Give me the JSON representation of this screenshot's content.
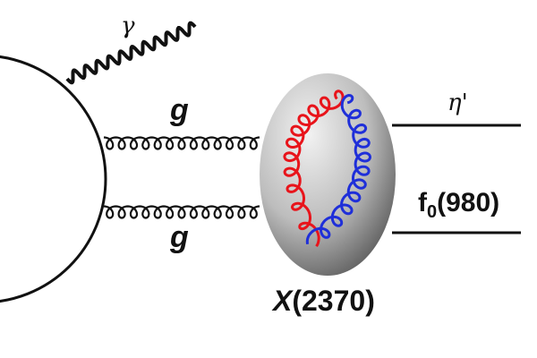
{
  "diagram": {
    "photon": "γ",
    "gluon_top": "g",
    "gluon_bottom": "g",
    "eta_prime": "η'",
    "f0_main": "f",
    "f0_sub": "0",
    "f0_mass": "(980)",
    "x_symbol": "X",
    "x_mass": "(2370)"
  },
  "colors": {
    "line": "#111111",
    "gluon_red": "#e8141b",
    "gluon_blue": "#1f2fd9",
    "blob_light": "#f2f2f2",
    "blob_dark": "#555555"
  }
}
